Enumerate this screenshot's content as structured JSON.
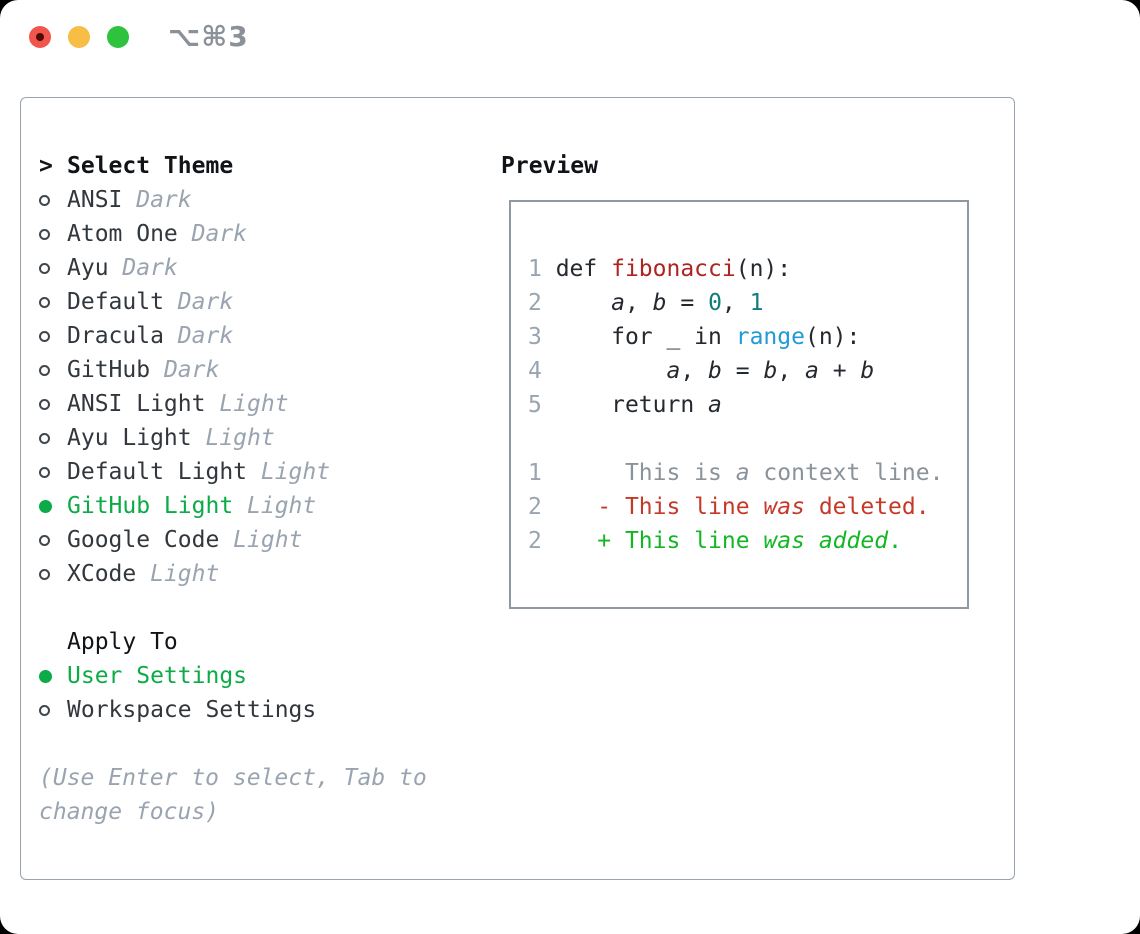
{
  "window": {
    "shortcut": "⌥⌘3",
    "traffic_lights": [
      "close-icon",
      "minimize-icon",
      "maximize-icon"
    ]
  },
  "colors": {
    "accent_green": "#0cab47",
    "diff_added_green": "#13b725",
    "diff_deleted_red": "#c53929",
    "diff_context_gray": "#8a929a",
    "function_red": "#ad2420",
    "number_teal": "#117c7a",
    "call_blue": "#219ad6",
    "muted_gray": "#9aa4b0",
    "border_gray": "#99a3ad",
    "traffic_red": "#f1564c",
    "traffic_yellow": "#f7bd45",
    "traffic_green": "#2ec23e"
  },
  "theme_panel": {
    "header": {
      "prefix": ">",
      "label": "Select Theme"
    },
    "themes": [
      {
        "name": "ANSI",
        "tag": "Dark",
        "selected": false
      },
      {
        "name": "Atom One",
        "tag": "Dark",
        "selected": false
      },
      {
        "name": "Ayu",
        "tag": "Dark",
        "selected": false
      },
      {
        "name": "Default",
        "tag": "Dark",
        "selected": false
      },
      {
        "name": "Dracula",
        "tag": "Dark",
        "selected": false
      },
      {
        "name": "GitHub",
        "tag": "Dark",
        "selected": false
      },
      {
        "name": "ANSI Light",
        "tag": "Light",
        "selected": false
      },
      {
        "name": "Ayu Light",
        "tag": "Light",
        "selected": false
      },
      {
        "name": "Default Light",
        "tag": "Light",
        "selected": false
      },
      {
        "name": "GitHub Light",
        "tag": "Light",
        "selected": true
      },
      {
        "name": "Google Code",
        "tag": "Light",
        "selected": false
      },
      {
        "name": "XCode",
        "tag": "Light",
        "selected": false
      }
    ],
    "apply_to": {
      "label": "Apply To",
      "options": [
        {
          "name": "User Settings",
          "selected": true
        },
        {
          "name": "Workspace Settings",
          "selected": false
        }
      ]
    },
    "hint": "(Use Enter to select, Tab to change focus)"
  },
  "preview": {
    "label": "Preview",
    "code_lines": [
      [
        [
          "1 ",
          "ln"
        ],
        [
          "def ",
          "df"
        ],
        [
          "fibonacci",
          "fn"
        ],
        [
          "(n):",
          "df"
        ]
      ],
      [
        [
          "2 ",
          "ln"
        ],
        [
          "    ",
          "df"
        ],
        [
          "a",
          "v"
        ],
        [
          ", ",
          "df"
        ],
        [
          "b",
          "v"
        ],
        [
          " = ",
          "df"
        ],
        [
          "0",
          "num"
        ],
        [
          ", ",
          "df"
        ],
        [
          "1",
          "num"
        ]
      ],
      [
        [
          "3 ",
          "ln"
        ],
        [
          "    for _ in ",
          "df"
        ],
        [
          "range",
          "call"
        ],
        [
          "(n):",
          "df"
        ]
      ],
      [
        [
          "4 ",
          "ln"
        ],
        [
          "        ",
          "df"
        ],
        [
          "a",
          "v"
        ],
        [
          ", ",
          "df"
        ],
        [
          "b",
          "v"
        ],
        [
          " = ",
          "df"
        ],
        [
          "b",
          "v"
        ],
        [
          ", ",
          "df"
        ],
        [
          "a",
          "v"
        ],
        [
          " + ",
          "df"
        ],
        [
          "b",
          "v"
        ]
      ],
      [
        [
          "5 ",
          "ln"
        ],
        [
          "    return ",
          "df"
        ],
        [
          "a",
          "v"
        ]
      ],
      [],
      [
        [
          "1 ",
          "ln"
        ],
        [
          "     This is ",
          "ctx"
        ],
        [
          "a",
          "ctx it"
        ],
        [
          " context line.",
          "ctx"
        ]
      ],
      [
        [
          "2 ",
          "ln"
        ],
        [
          "   - This line ",
          "del"
        ],
        [
          "was",
          "del it"
        ],
        [
          " deleted.",
          "del"
        ]
      ],
      [
        [
          "2 ",
          "ln"
        ],
        [
          "   + This line ",
          "add"
        ],
        [
          "was",
          "add it"
        ],
        [
          " ",
          "add"
        ],
        [
          "added",
          "add it"
        ],
        [
          ".",
          "add"
        ]
      ]
    ]
  }
}
